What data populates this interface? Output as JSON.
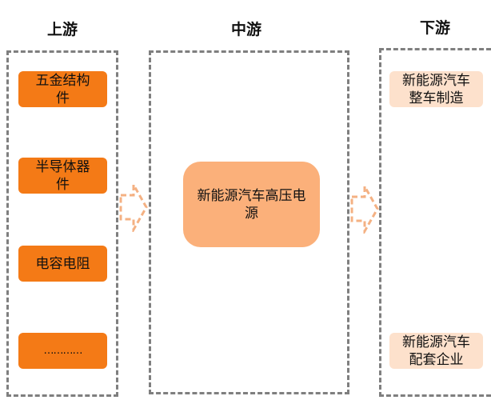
{
  "columns": {
    "upstream": {
      "title": "上游",
      "items": [
        "五金结构件",
        "半导体器件",
        "电容电阻",
        "…………"
      ]
    },
    "midstream": {
      "title": "中游",
      "items": [
        "新能源汽车高压电源"
      ]
    },
    "downstream": {
      "title": "下游",
      "items": [
        "新能源汽车整车制造",
        "新能源汽车配套企业"
      ]
    }
  },
  "colors": {
    "upstream_box": "#f47a16",
    "midstream_box": "#fbb07a",
    "downstream_box": "#fde1cc",
    "panel_border": "#7f7f7f",
    "arrow": "#f4b183"
  },
  "icons": [
    "right-arrow-icon",
    "right-arrow-icon"
  ]
}
